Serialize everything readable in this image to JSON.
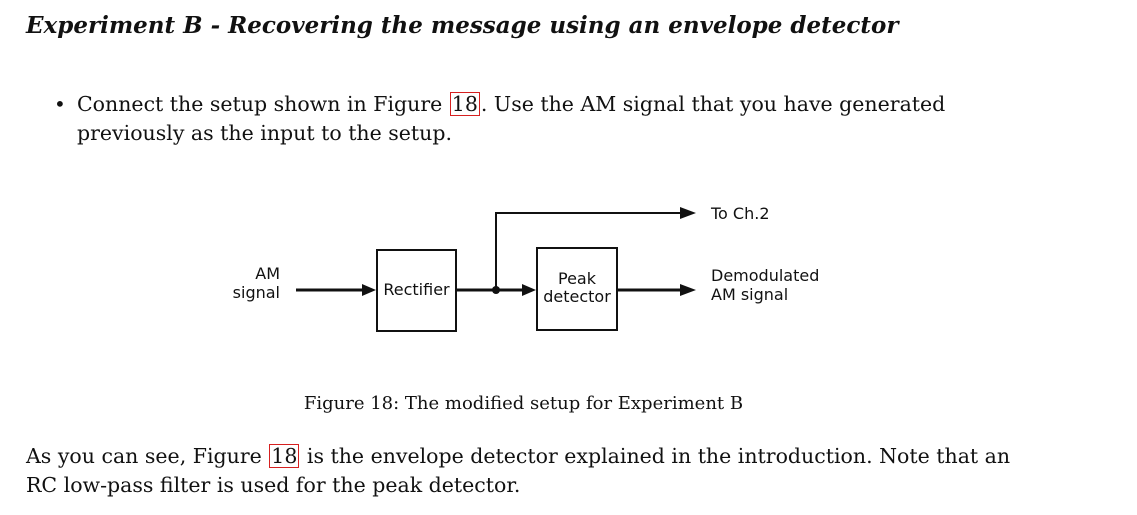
{
  "section": {
    "title": "Experiment B - Recovering the message using an envelope detector"
  },
  "bullet": {
    "text_before": "Connect the setup shown in Figure ",
    "figure_ref": "18",
    "text_after": ". Use the AM signal that you have generated previously as the input to the setup."
  },
  "diagram": {
    "input_label_line1": "AM",
    "input_label_line2": "signal",
    "rectifier_label": "Rectifier",
    "peak_label_line1": "Peak",
    "peak_label_line2": "detector",
    "top_output_label": "To Ch.2",
    "output_label_line1": "Demodulated",
    "output_label_line2": "AM signal"
  },
  "caption": {
    "text": "Figure 18: The modified setup for Experiment B"
  },
  "paragraph": {
    "text_before": "As you can see, Figure ",
    "figure_ref": "18",
    "text_after": " is the envelope detector explained in the introduction. Note that an RC low-pass filter is used for the peak detector."
  },
  "colors": {
    "link_box": "#d62020",
    "text": "#111111"
  }
}
